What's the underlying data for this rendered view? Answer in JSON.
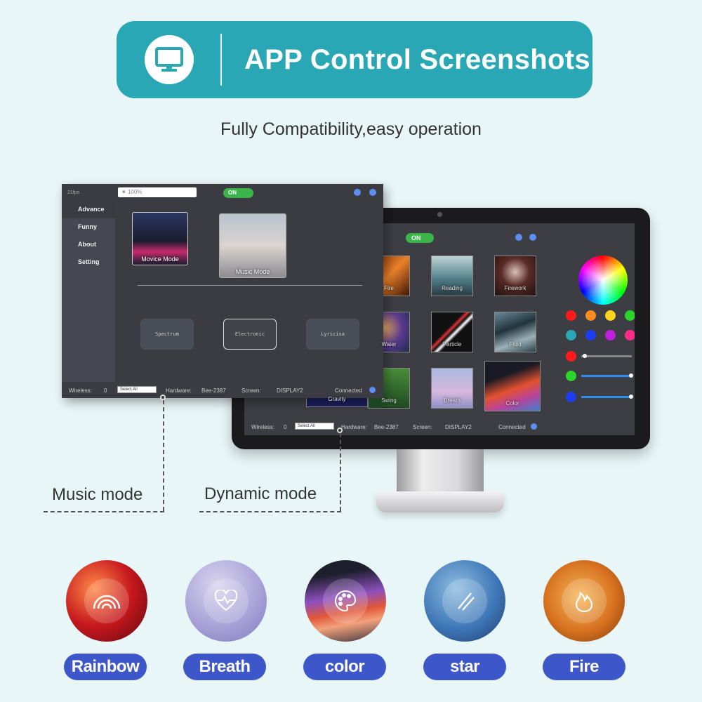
{
  "header": {
    "title": "APP Control Screenshots",
    "subtitle": "Fully Compatibility,easy operation",
    "icon": "monitor-icon"
  },
  "monitor_app": {
    "toggle": "ON",
    "effect_tiles": [
      {
        "label": "Fire"
      },
      {
        "label": "Reading"
      },
      {
        "label": "Firework"
      },
      {
        "label": "Water"
      },
      {
        "label": "Particle"
      },
      {
        "label": "Fluid"
      },
      {
        "label": "Gravity"
      },
      {
        "label": "Swing"
      },
      {
        "label": "Breath"
      },
      {
        "label": "Color"
      }
    ],
    "color_presets": [
      "#ff1b1b",
      "#ff8a1e",
      "#ffd21e",
      "#2bd52b",
      "#2aa7b4",
      "#1d3df0",
      "#c21ee0",
      "#ff2d87"
    ],
    "rgb_sliders": [
      {
        "color": "#ff1b1b",
        "level": 0.03
      },
      {
        "color": "#2bd52b",
        "level": 1.0
      },
      {
        "color": "#1d3df0",
        "level": 1.0
      }
    ],
    "status": {
      "wireless_label": "Wireless:",
      "wireless_value": "0",
      "select": "Select All",
      "hardware_label": "Hardware:",
      "hardware_value": "Bee-2387",
      "screen_label": "Screen:",
      "screen_value": "DISPLAY2",
      "connected": "Connected"
    }
  },
  "app_window": {
    "fps": "21fps",
    "brightness": "100%",
    "toggle": "ON",
    "sidebar": [
      {
        "label": "Advance",
        "active": true
      },
      {
        "label": "Funny",
        "active": false
      },
      {
        "label": "About",
        "active": false
      },
      {
        "label": "Setting",
        "active": false
      }
    ],
    "modes": [
      {
        "label": "Movice Mode"
      },
      {
        "label": "Music Mode"
      }
    ],
    "sub_buttons": [
      {
        "label": "Spectrum",
        "active": false
      },
      {
        "label": "Electronic",
        "active": true
      },
      {
        "label": "Lyricisa",
        "active": false
      }
    ],
    "status": {
      "wireless_label": "Wireless:",
      "wireless_value": "0",
      "select": "Select All",
      "hardware_label": "Hardware:",
      "hardware_value": "Bee-2387",
      "screen_label": "Screen:",
      "screen_value": "DISPLAY2",
      "connected": "Connected"
    }
  },
  "callouts": {
    "music": "Music mode",
    "dynamic": "Dynamic mode"
  },
  "effects": [
    {
      "label": "Rainbow",
      "icon": "rainbow-icon"
    },
    {
      "label": "Breath",
      "icon": "heart-pulse-icon"
    },
    {
      "label": "color",
      "icon": "palette-icon"
    },
    {
      "label": "star",
      "icon": "star-streak-icon"
    },
    {
      "label": "Fire",
      "icon": "flame-icon"
    }
  ]
}
